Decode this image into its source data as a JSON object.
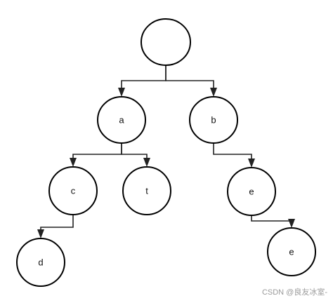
{
  "diagram": {
    "nodes": [
      {
        "id": "root",
        "label": ""
      },
      {
        "id": "a",
        "label": "a"
      },
      {
        "id": "b",
        "label": "b"
      },
      {
        "id": "c",
        "label": "c"
      },
      {
        "id": "t",
        "label": "t"
      },
      {
        "id": "e1",
        "label": "e"
      },
      {
        "id": "d",
        "label": "d"
      },
      {
        "id": "e2",
        "label": "e"
      }
    ],
    "edges": [
      {
        "from": "root",
        "to": "a"
      },
      {
        "from": "root",
        "to": "b"
      },
      {
        "from": "a",
        "to": "c"
      },
      {
        "from": "a",
        "to": "t"
      },
      {
        "from": "b",
        "to": "e1"
      },
      {
        "from": "c",
        "to": "d"
      },
      {
        "from": "e1",
        "to": "e2"
      }
    ],
    "colors": {
      "stroke": "#000000",
      "fill": "#ffffff",
      "edge": "#222222"
    }
  },
  "watermark": {
    "text": "CSDN @良友冰室-"
  }
}
